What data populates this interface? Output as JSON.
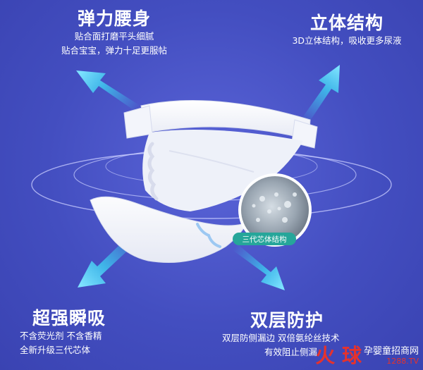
{
  "features": {
    "top_left": {
      "title": "弹力腰身",
      "lines": [
        "贴合面打磨平头细腻",
        "贴合宝宝，弹力十足更服帖"
      ]
    },
    "top_right": {
      "title": "立体结构",
      "lines": [
        "3D立体结构，吸收更多尿液"
      ]
    },
    "bottom_left": {
      "title": "超强瞬吸",
      "lines": [
        "不含荧光剂 不含香精",
        "全新升级三代芯体"
      ]
    },
    "bottom_right": {
      "title": "双层防护",
      "lines": [
        "双层防侧漏边  双倍氨纶丝技术",
        "有效阻止侧漏"
      ]
    }
  },
  "core_callout": {
    "label": "三代芯体结构"
  },
  "watermark": {
    "logo": "火 球",
    "name": "孕婴童招商网",
    "url": "1288.TV"
  },
  "colors": {
    "background": "#434ec0",
    "arrow": "#3ec7ef",
    "text": "#ffffff",
    "accent": "#26a69a",
    "watermark": "#e5322d"
  }
}
